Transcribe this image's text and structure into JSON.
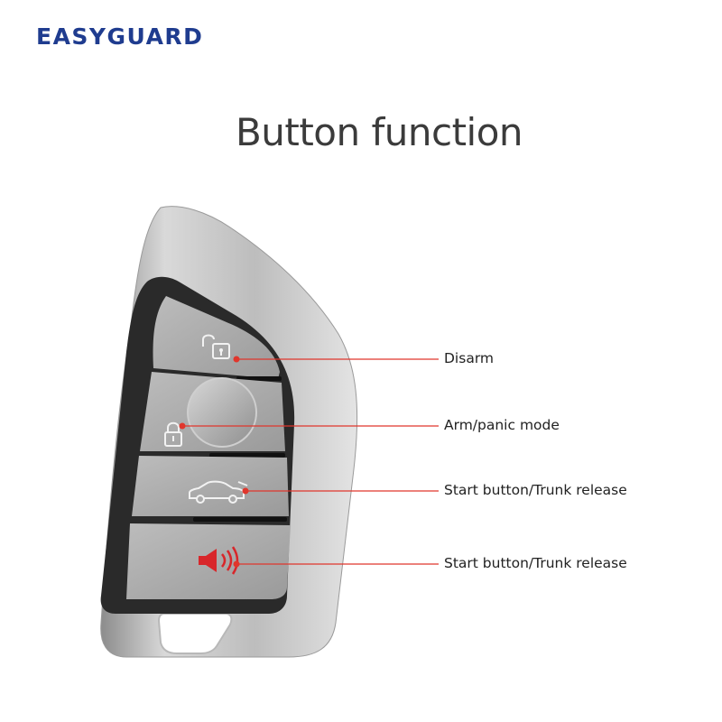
{
  "brand": {
    "logo_text": "EASYGUARD",
    "color": "#1f3c8f"
  },
  "title": "Button function",
  "buttons": [
    {
      "icon": "unlock-icon",
      "label": "Disarm"
    },
    {
      "icon": "lock-icon",
      "label": "Arm/panic mode"
    },
    {
      "icon": "car-trunk-icon",
      "label": "Start button/Trunk release"
    },
    {
      "icon": "speaker-panic-icon",
      "label": "Start button/Trunk release"
    }
  ],
  "colors": {
    "callout_line": "#e0362c",
    "button_face": "#a9a9a9",
    "body_chrome": "#c8c8c8",
    "body_dark": "#2b2b2b",
    "panic_red": "#d8262a"
  }
}
